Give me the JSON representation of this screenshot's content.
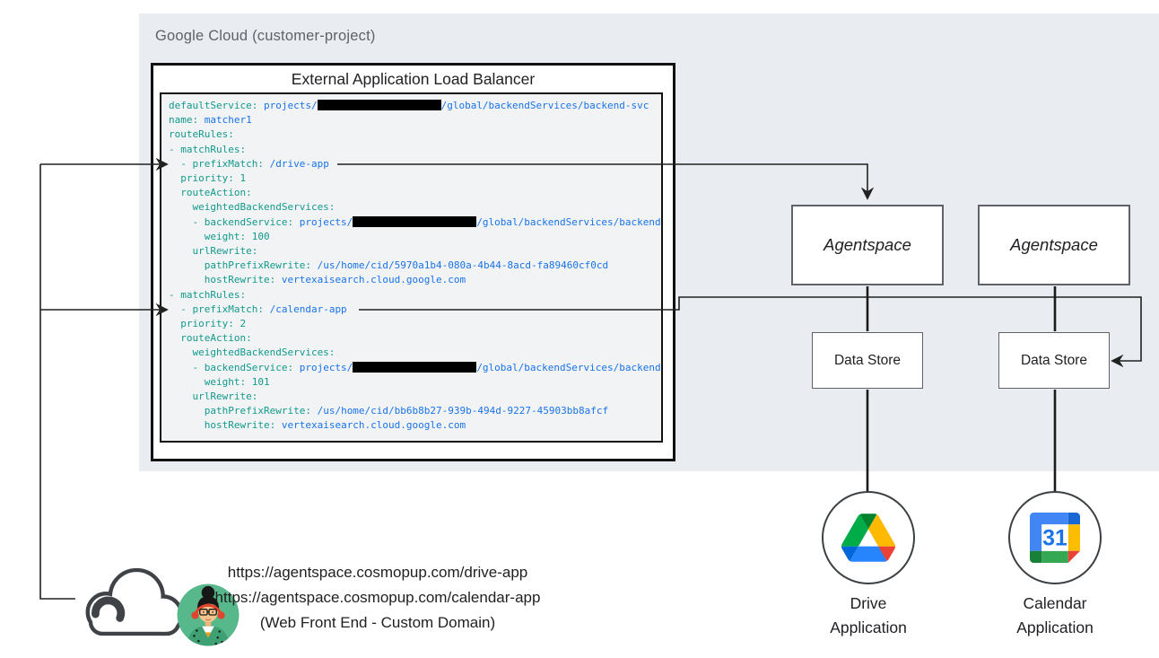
{
  "diagram": {
    "gcp_label": "Google Cloud (customer-project)",
    "load_balancer": {
      "title": "External Application Load Balancer",
      "code_lines": [
        [
          [
            "k",
            "defaultService:"
          ],
          [
            "v",
            " projects/"
          ],
          [
            "r",
            ""
          ],
          [
            "v",
            "/global/backendServices/backend-svc"
          ]
        ],
        [
          [
            "k",
            "name:"
          ],
          [
            "v",
            " matcher1"
          ]
        ],
        [
          [
            "k",
            "routeRules:"
          ]
        ],
        [
          [
            "k",
            "- matchRules:"
          ]
        ],
        [
          [
            "k",
            "  - prefixMatch:"
          ],
          [
            "v",
            " /drive-app"
          ]
        ],
        [
          [
            "k",
            "  priority:"
          ],
          [
            "n",
            " 1"
          ]
        ],
        [
          [
            "k",
            "  routeAction:"
          ]
        ],
        [
          [
            "k",
            "    weightedBackendServices:"
          ]
        ],
        [
          [
            "k",
            "    - backendService:"
          ],
          [
            "v",
            " projects/"
          ],
          [
            "r",
            ""
          ],
          [
            "v",
            "/global/backendServices/backend-svc"
          ]
        ],
        [
          [
            "k",
            "      weight:"
          ],
          [
            "n",
            " 100"
          ]
        ],
        [
          [
            "k",
            "    urlRewrite:"
          ]
        ],
        [
          [
            "k",
            "      pathPrefixRewrite:"
          ],
          [
            "v",
            " /us/home/cid/5970a1b4-080a-4b44-8acd-fa89460cf0cd"
          ]
        ],
        [
          [
            "k",
            "      hostRewrite:"
          ],
          [
            "v",
            " vertexaisearch.cloud.google.com"
          ]
        ],
        [
          [
            "k",
            "- matchRules:"
          ]
        ],
        [
          [
            "k",
            "  - prefixMatch:"
          ],
          [
            "v",
            " /calendar-app"
          ]
        ],
        [
          [
            "k",
            "  priority:"
          ],
          [
            "n",
            " 2"
          ]
        ],
        [
          [
            "k",
            "  routeAction:"
          ]
        ],
        [
          [
            "k",
            "    weightedBackendServices:"
          ]
        ],
        [
          [
            "k",
            "    - backendService:"
          ],
          [
            "v",
            " projects/"
          ],
          [
            "r",
            ""
          ],
          [
            "v",
            "/global/backendServices/backend-svc"
          ]
        ],
        [
          [
            "k",
            "      weight:"
          ],
          [
            "n",
            " 101"
          ]
        ],
        [
          [
            "k",
            "    urlRewrite:"
          ]
        ],
        [
          [
            "k",
            "      pathPrefixRewrite:"
          ],
          [
            "v",
            " /us/home/cid/bb6b8b27-939b-494d-9227-45903bb8afcf"
          ]
        ],
        [
          [
            "k",
            "      hostRewrite:"
          ],
          [
            "v",
            " vertexaisearch.cloud.google.com"
          ]
        ]
      ]
    },
    "agentspace": [
      {
        "label": "Agentspace"
      },
      {
        "label": "Agentspace"
      }
    ],
    "data_stores": [
      {
        "label": "Data Store"
      },
      {
        "label": "Data Store"
      }
    ],
    "applications": [
      {
        "icon": "google-drive-icon",
        "label_line1": "Drive",
        "label_line2": "Application"
      },
      {
        "icon": "google-calendar-icon",
        "label_line1": "Calendar",
        "label_line2": "Application",
        "calendar_day": "31"
      }
    ],
    "web_front_end": {
      "icons": [
        "cloud-icon",
        "user-avatar"
      ],
      "url_drive": "https://agentspace.cosmopup.com/drive-app",
      "url_calendar": "https://agentspace.cosmopup.com/calendar-app",
      "caption": "(Web Front End - Custom Domain)"
    },
    "colors": {
      "region_bg": "#e9edf1",
      "code_bg": "#f1f3f4",
      "yaml_key": "#12998c",
      "yaml_value": "#1a73e8",
      "connector": "#212121",
      "redaction": "#000000"
    }
  }
}
